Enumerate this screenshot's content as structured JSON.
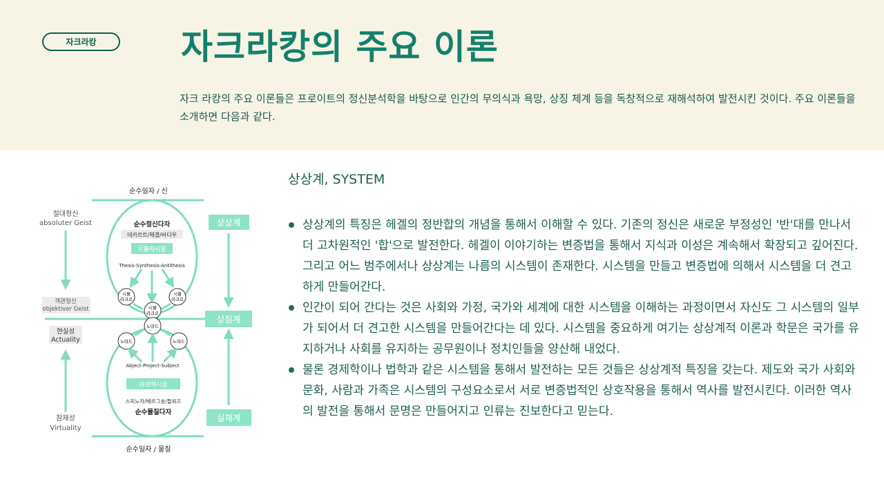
{
  "header": {
    "tag": "자크라캉",
    "title": "자크라캉의 주요 이론",
    "intro": "자크 라캉의 주요 이론들은 프로이트의 정신분석학을 바탕으로 인간의 무의식과 욕망, 상징 체계 등을 독창적으로 재해석하여 발전시킨 것이다. 주요 이론들을 소개하면 다음과 같다."
  },
  "diagram": {
    "top_label": "순수일자 / 신",
    "bottom_label": "순수일자 / 물질",
    "left_absolute": [
      "절대정신",
      "absoluter Geist"
    ],
    "left_objective": [
      "객관정신",
      "objektiver Geist"
    ],
    "left_actuality": [
      "현실성",
      "Actuality"
    ],
    "left_virtuality": [
      "잠재성",
      "Virtuality"
    ],
    "upper_title": "순수정신다자",
    "upper_names": "데카르트/헤겔/바디우",
    "upper_badge": "시뮬라시옹",
    "upper_formula": "Thesis-Synthesis-Antithesis",
    "lower_formula": "Abject-Project-Subject",
    "lower_badge": "아브젝시옹",
    "lower_names": "스피노자/베르그송/들뢰즈",
    "lower_title": "순수물질다자",
    "node_upper_left": [
      "시뮬",
      "라크르"
    ],
    "node_upper_right": [
      "시뮬",
      "라크르"
    ],
    "node_center_top": [
      "시뮬",
      "라크르"
    ],
    "node_center_bottom": "노마드",
    "node_lower_left": "노마드",
    "node_lower_right": "노마드",
    "right_symbolic": "상상계",
    "right_imaginary": "상징계",
    "right_real": "실재계",
    "colors": {
      "mint": "#7fdcc0",
      "mint_box": "#8ee3c8",
      "gray_box": "#ebebeb",
      "text": "#222222",
      "label_gray": "#555555"
    }
  },
  "section": {
    "title": "상상계, SYSTEM",
    "bullets": [
      "상상계의 특징은 헤겔의 정반합의 개념을 통해서 이해할 수 있다. 기존의 정신은 새로운 부정성인 '반'대를 만나서 더 고차원적인 '합'으로 발전한다. 헤겔이 이야기하는 변증법을 통해서 지식과 이성은 계속해서 확장되고 깊어진다. 그리고 어느 범주에서나 상상계는 나름의 시스템이 존재한다. 시스템을 만들고 변증법에 의해서 시스템을 더 견고하게 만들어간다.",
      "인간이 되어 간다는 것은 사회와 가정, 국가와 세계에 대한 시스템을 이해하는 과정이면서 자신도 그 시스템의 일부가 되어서 더 견고한 시스템을 만들어간다는 데 있다. 시스템을 중요하게 여기는 상상계적 이론과 학문은 국가를 유지하거나 사회를 유지하는 공무원이나 정치인들을 양산해 내었다.",
      "물론 경제학이나 법학과 같은 시스템을 통해서 발전하는 모든 것들은 상상계적 특징을 갖는다. 제도와 국가 사회와 문화, 사람과 가족은 시스템의 구성요소로서 서로 변증법적인 상호작용을 통해서 역사를 발전시킨다. 이러한 역사의 발전을 통해서 문명은 만들어지고 인류는 진보한다고 믿는다."
    ]
  }
}
